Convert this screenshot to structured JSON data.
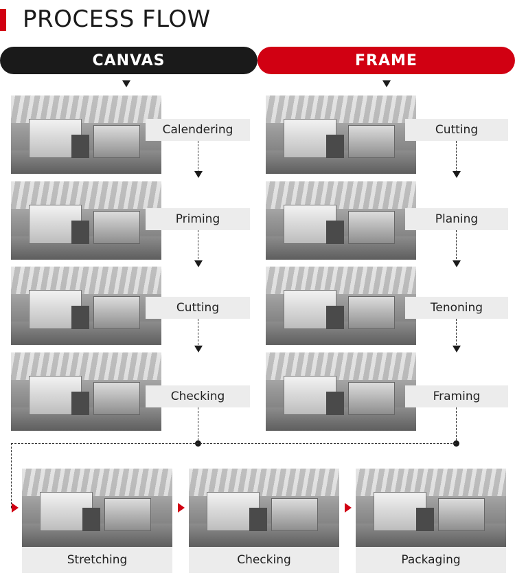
{
  "header": {
    "title": "PROCESS FLOW"
  },
  "columns": {
    "canvas": {
      "label": "CANVAS",
      "steps": [
        "Calendering",
        "Priming",
        "Cutting",
        "Checking"
      ]
    },
    "frame": {
      "label": "FRAME",
      "steps": [
        "Cutting",
        "Planing",
        "Tenoning",
        "Framing"
      ]
    }
  },
  "final_steps": [
    "Stretching",
    "Checking",
    "Packaging"
  ],
  "colors": {
    "accent": "#d10012",
    "dark": "#1a1a1a",
    "label_bg": "#ececec"
  }
}
